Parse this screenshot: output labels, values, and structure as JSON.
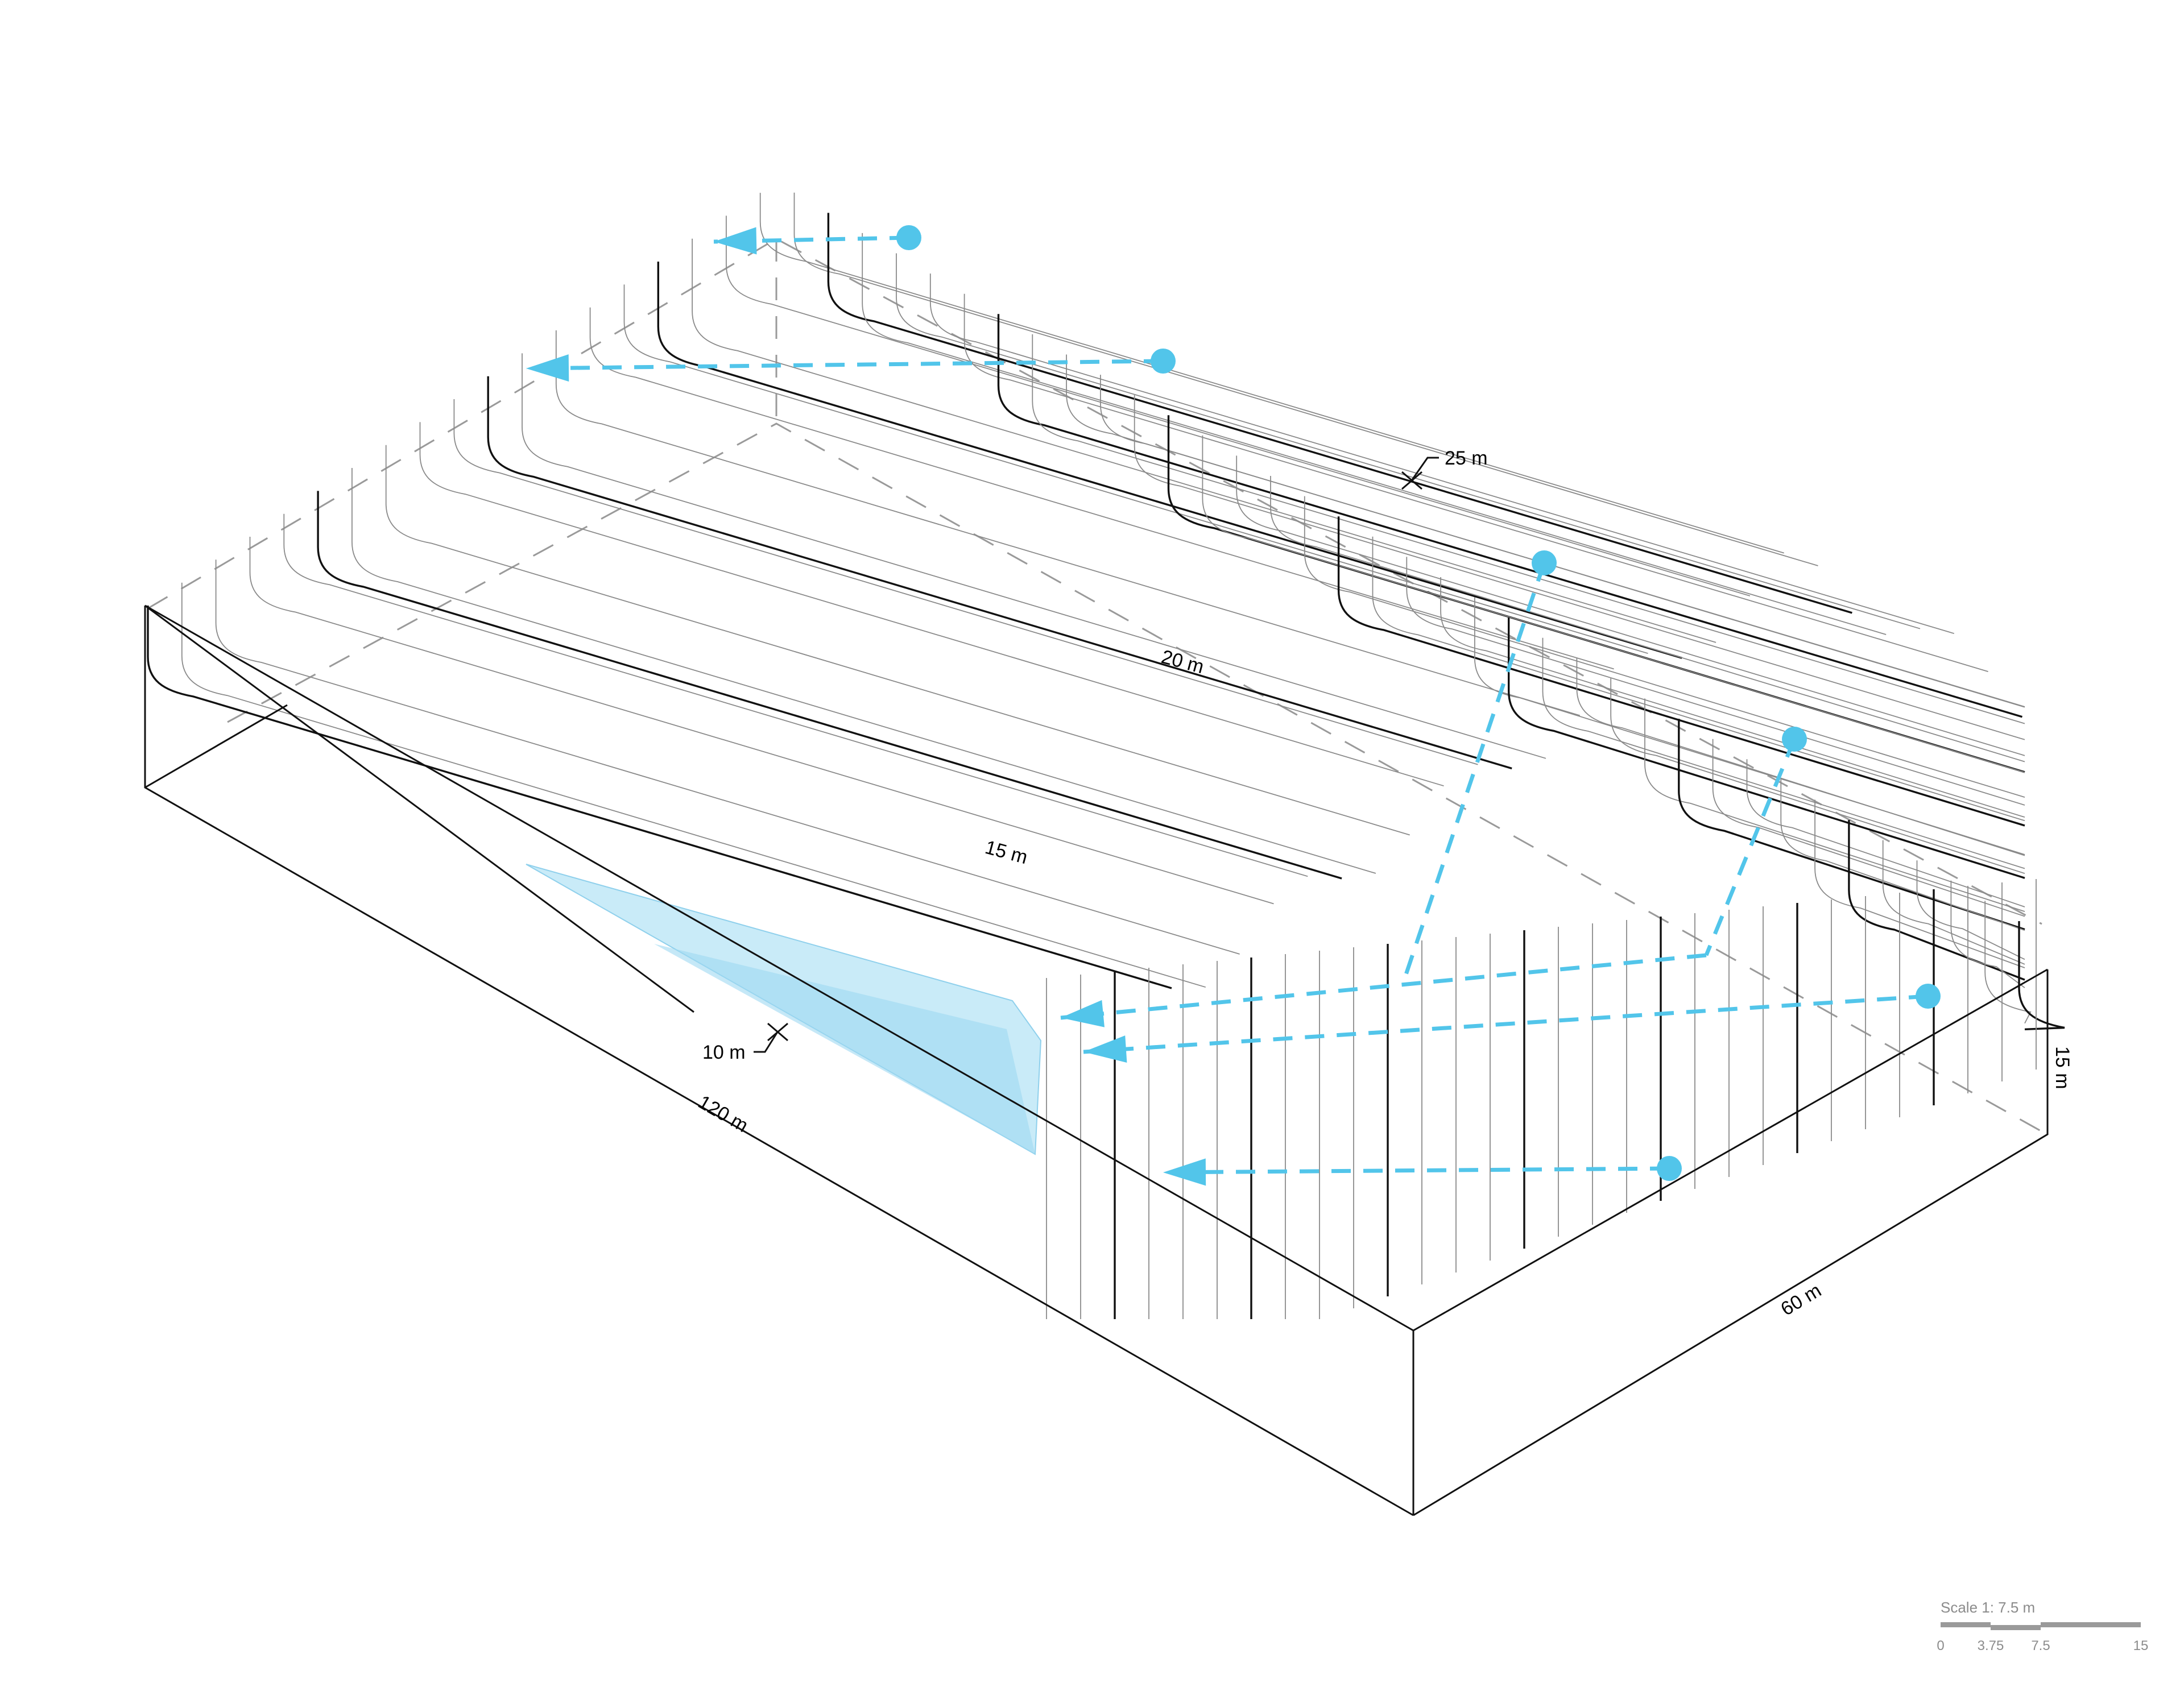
{
  "labels": {
    "contour_25": "25 m",
    "contour_20": "20 m",
    "contour_15": "15 m",
    "contour_10": "10 m",
    "length_dim": "120 m",
    "width_dim": "60 m",
    "height_dim": "15 m"
  },
  "scale_bar": {
    "title": "Scale 1: 7.5 m",
    "ticks": [
      "0",
      "3.75",
      "7.5",
      "15"
    ]
  },
  "colors": {
    "flow": "#52c5ea",
    "water": "#bfe8f7",
    "major_line": "#111111",
    "minor_line": "#8a8a8a",
    "hidden_edge": "#9a9a9a",
    "scale": "#9a9a9a"
  },
  "icons": {
    "flow_source": "filled-circle",
    "flow_direction": "arrowhead"
  }
}
